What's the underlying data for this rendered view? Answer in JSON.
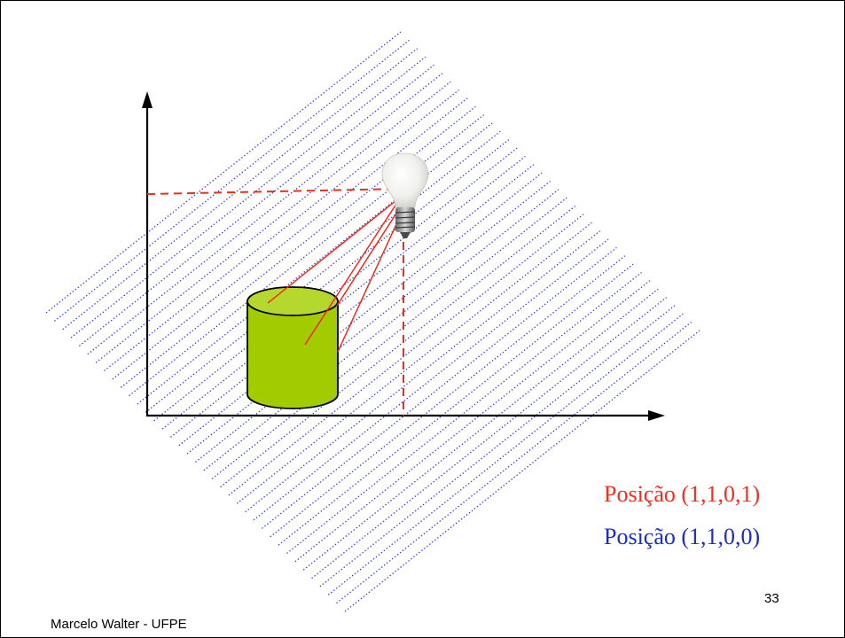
{
  "slide": {
    "page_number": "33",
    "footer": "Marcelo Walter - UFPE"
  },
  "labels": {
    "point_position": "Posição (1,1,0,1)",
    "vector_position": "Posição (1,1,0,0)"
  },
  "colors": {
    "point": "#ff2a1a",
    "vector": "#1a2bd6",
    "plane_lines": "#2a3fd8",
    "cylinder_fill": "#a3cc00",
    "cylinder_top": "#b5d82e",
    "guides": "#e8301c",
    "axes": "#000000"
  },
  "icons": {
    "light": "light-bulb-icon"
  }
}
